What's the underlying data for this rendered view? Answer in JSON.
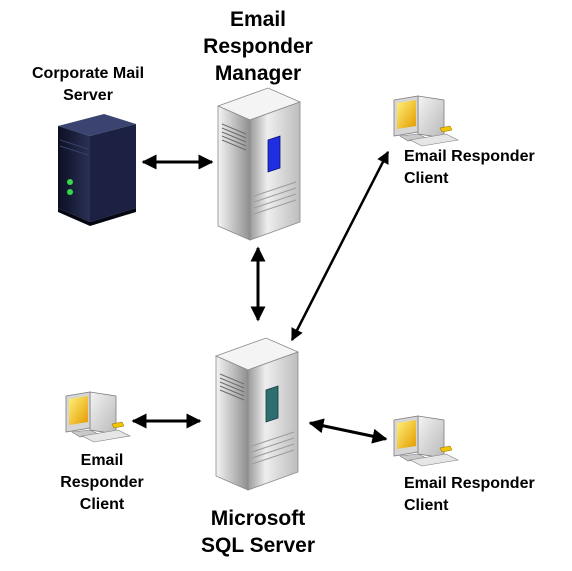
{
  "nodes": {
    "corporate_mail_server": {
      "label_lines": [
        "Corporate Mail",
        "Server"
      ]
    },
    "manager": {
      "label_lines": [
        "Email",
        "Responder",
        "Manager"
      ]
    },
    "sql_server": {
      "label_lines": [
        "Microsoft",
        "SQL Server"
      ]
    },
    "client_top_right": {
      "label_lines": [
        "Email Responder",
        "Client"
      ]
    },
    "client_left": {
      "label_lines": [
        "Email",
        "Responder",
        "Client"
      ]
    },
    "client_bottom_right": {
      "label_lines": [
        "Email Responder",
        "Client"
      ]
    }
  },
  "connections": [
    {
      "from": "corporate_mail_server",
      "to": "manager",
      "direction": "bidirectional"
    },
    {
      "from": "manager",
      "to": "sql_server",
      "direction": "bidirectional"
    },
    {
      "from": "sql_server",
      "to": "client_top_right",
      "direction": "bidirectional"
    },
    {
      "from": "client_left",
      "to": "sql_server",
      "direction": "bidirectional"
    },
    {
      "from": "sql_server",
      "to": "client_bottom_right",
      "direction": "bidirectional"
    }
  ],
  "colors": {
    "manager_accent": "#1f2fe0",
    "sql_accent": "#2f6e70",
    "mail_server_body": "#1a1f3a",
    "mail_server_led": "#35d84a",
    "monitor_screen": "#f3b800"
  },
  "icons": {
    "corporate_mail_server": "dark-tower-server-icon",
    "manager": "tower-server-icon",
    "sql_server": "tower-server-icon",
    "clients": "desktop-computer-icon"
  }
}
